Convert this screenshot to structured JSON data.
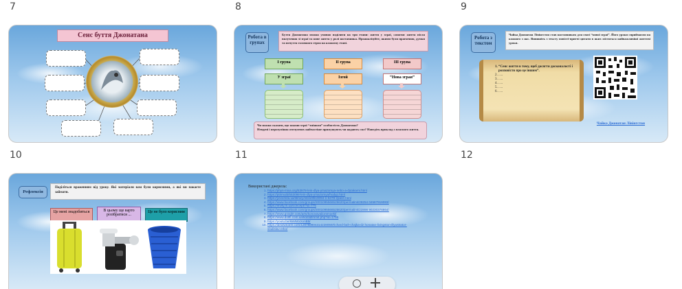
{
  "slides": [
    {
      "num": "7",
      "title": "Сенс буття Джонатана"
    },
    {
      "num": "8",
      "tag": "Робота в групах",
      "text": "Буття Джонатана можна умовно поділити на три етапи: життя у зграї, самотнє життя після вилучення зі зграї та нове життя у ролі наставника. Проаналізуйте, якими були прагнення, думки та почуття головного героя на кожному етапі.",
      "groups": [
        "І група",
        "ІІ група",
        "ІІІ група"
      ],
      "topics": [
        "У зграї",
        "Ізгой",
        "“Нова зграя”"
      ],
      "questions": [
        "Чи можна сказати, що закони зграї “змінили” особистість Джонатана?",
        "Невдачі і нерозуміння оточуючих найчастіше примушують чи надають сил? Наведіть приклад з власного життя."
      ]
    },
    {
      "num": "9",
      "tag": "Робота з текстом",
      "text": "Чайка Джонатан Лівінгстон став наставником для своєї “нової зграї”. Його уроки сприймаємо на кожного з нас. Випишіть з тексту повісті-притчі цитати в яких містяться найважливіші життєві уроки.",
      "list": [
        "“Сенс життя в тому, щоб досягти досконалості і розповісти про це іншим”.",
        "….",
        "….",
        "….",
        "….",
        "…."
      ],
      "link": "Чайка Джонатан Лівінгстон"
    },
    {
      "num": "10",
      "tag": "Рефлексія",
      "text": "Поділіться враженням від уроку. Які матеріали вам були корисними, а які ви пакаєте займати.",
      "cards": [
        "Це мені знадобиться",
        "В цьому ще варто розібратися ...",
        "Це не було корисним"
      ]
    },
    {
      "num": "11",
      "heading": "Використані джерела:",
      "sources": [
        "https://phys-mixa.org/53978-lein-dlya-ymazomya-nebo-a-dytakami.html",
        "https://ptirmuib/553098-lein-dlya-ymazomya/hodyp.html",
        "https://yevomita.ua/library/intini/8510094-n-6478-zpace.html",
        "https://www.facebook.com/groups/2001095566525620/permalink/28254 04587916083/",
        "https://imvty.m.ua/concept/?id=775",
        "https://www.facebook.com/groups/2001095566525620/permalink/22898 90230376864/",
        "https://www.google.com/arts/konovavaliontmoekl/",
        "https://www.dollh.com.ua/kontidlmmit.php?id=1798",
        "https://youtu.be/kkMWxXvnB5r",
        "https://idealwearer.com/120788804314228059/richard-bah-chajka-dz honatan-livingston-illyustrator-vladislav-erko/"
      ]
    },
    {
      "num": "12"
    }
  ]
}
